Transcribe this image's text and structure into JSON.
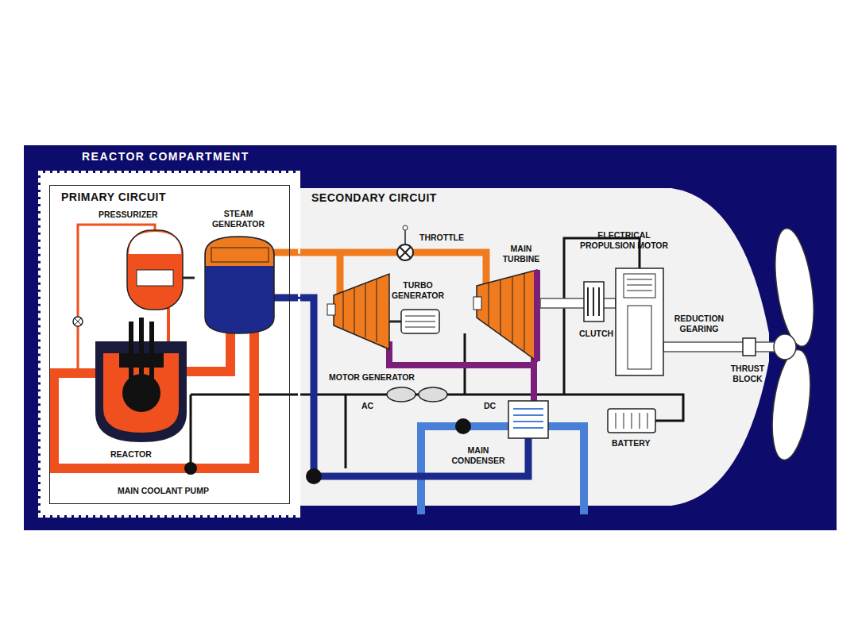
{
  "diagram": {
    "nodes": [
      {
        "text": [
          "REACTOR COMPARTMENT"
        ]
      },
      {
        "text": [
          "PRIMARY CIRCUIT"
        ],
        "in": 0
      }
    ],
    "labels": [
      "SECONDARY CIRCUIT",
      "PRESSURIZER",
      "STEAM GENERATOR",
      "THROTTLE",
      "ELECTRICAL PROPULSION MOTOR",
      "MAIN TURBINE",
      "TURBO GENERATOR",
      "REDUCTION GEARING",
      "CLUTCH",
      "THRUST BLOCK",
      "MOTOR GENERATOR",
      "AC",
      "DC",
      "BATTERY",
      "REACTOR",
      "MAIN CONDENSER",
      "MAIN COOLANT PUMP"
    ]
  }
}
